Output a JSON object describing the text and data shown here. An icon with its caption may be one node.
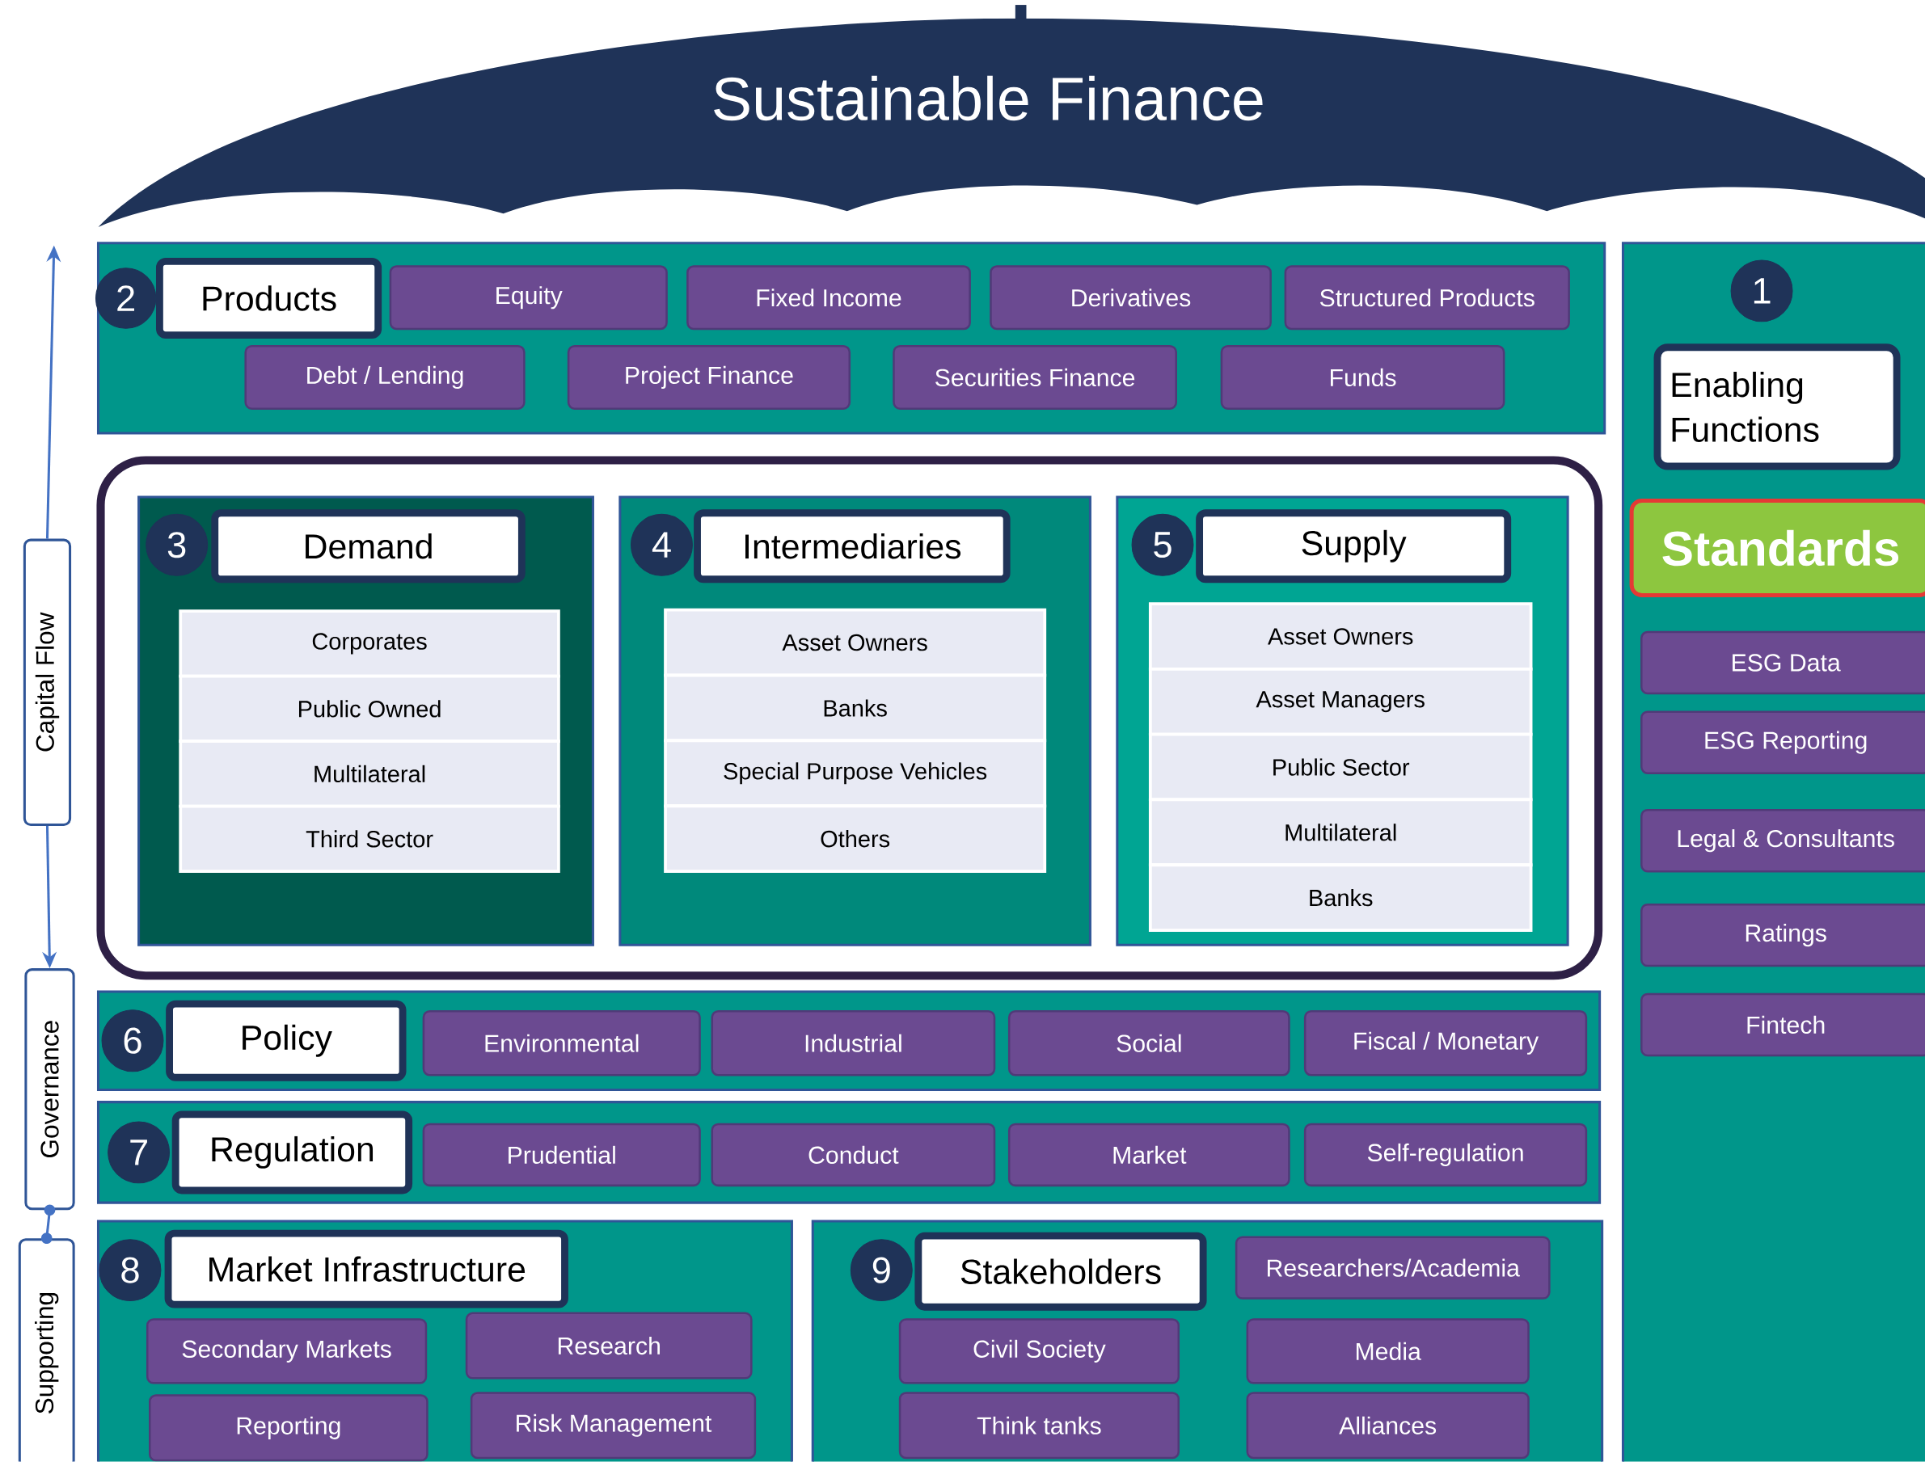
{
  "diagram": {
    "nodes": [
      {
        "text": [
          "Sustainable Finance"
        ]
      },
      {
        "text": [],
        "shape": "box"
      },
      {
        "text": [
          "2"
        ],
        "in": 1
      },
      {
        "text": [
          "Products"
        ],
        "in": 1
      },
      {
        "text": [
          "Equity"
        ],
        "in": 1
      },
      {
        "text": [
          "Fixed Income"
        ],
        "in": 1
      },
      {
        "text": [
          "Derivatives"
        ],
        "in": 1
      },
      {
        "text": [
          "Structured Products"
        ],
        "in": 1
      },
      {
        "text": [
          "Debt / Lending"
        ],
        "in": 1
      },
      {
        "text": [
          "Project Finance"
        ],
        "in": 1
      },
      {
        "text": [
          "Securities Finance"
        ],
        "in": 1
      },
      {
        "text": [
          "Funds"
        ],
        "in": 1
      },
      {
        "text": [],
        "shape": "box"
      },
      {
        "text": [
          "1"
        ],
        "in": 12
      },
      {
        "text": [
          "Enabling Functions"
        ],
        "in": 12
      },
      {
        "text": [
          "Standards"
        ],
        "in": 12
      },
      {
        "text": [
          "ESG Data"
        ],
        "in": 12
      },
      {
        "text": [
          "ESG Reporting"
        ],
        "in": 12
      },
      {
        "text": [
          "Legal & Consultants"
        ],
        "in": 12
      },
      {
        "text": [
          "Ratings"
        ],
        "in": 12
      },
      {
        "text": [
          "Fintech"
        ],
        "in": 12
      },
      {
        "text": [],
        "shape": "box"
      },
      {
        "text": [],
        "shape": "box",
        "in": 21
      },
      {
        "text": [
          "3"
        ],
        "in": 22
      },
      {
        "text": [
          "Demand"
        ],
        "in": 22
      },
      {
        "text": [
          "Corporates"
        ],
        "in": 22
      },
      {
        "text": [
          "Public Owned"
        ],
        "in": 22
      },
      {
        "text": [
          "Multilateral"
        ],
        "in": 22
      },
      {
        "text": [
          "Third Sector"
        ],
        "in": 22
      },
      {
        "text": [],
        "shape": "box",
        "in": 21
      },
      {
        "text": [
          "4"
        ],
        "in": 29
      },
      {
        "text": [
          "Intermediaries"
        ],
        "in": 29
      },
      {
        "text": [
          "Asset Owners"
        ],
        "in": 29
      },
      {
        "text": [
          "Banks"
        ],
        "in": 29
      },
      {
        "text": [
          "Special Purpose Vehicles"
        ],
        "in": 29
      },
      {
        "text": [
          "Others"
        ],
        "in": 29
      },
      {
        "text": [],
        "shape": "box",
        "in": 21
      },
      {
        "text": [
          "5"
        ],
        "in": 36
      },
      {
        "text": [
          "Supply"
        ],
        "in": 36
      },
      {
        "text": [
          "Asset Owners"
        ],
        "in": 36
      },
      {
        "text": [
          "Asset Managers"
        ],
        "in": 36
      },
      {
        "text": [
          "Public Sector"
        ],
        "in": 36
      },
      {
        "text": [
          "Multilateral"
        ],
        "in": 36
      },
      {
        "text": [
          "Banks"
        ],
        "in": 36
      },
      {
        "text": [],
        "shape": "box"
      },
      {
        "text": [
          "6"
        ],
        "in": 44
      },
      {
        "text": [
          "Policy"
        ],
        "in": 44
      },
      {
        "text": [
          "Environmental"
        ],
        "in": 44
      },
      {
        "text": [
          "Industrial"
        ],
        "in": 44
      },
      {
        "text": [
          "Social"
        ],
        "in": 44
      },
      {
        "text": [
          "Fiscal / Monetary"
        ],
        "in": 44
      },
      {
        "text": [],
        "shape": "box"
      },
      {
        "text": [
          "7"
        ],
        "in": 51
      },
      {
        "text": [
          "Regulation"
        ],
        "in": 51
      },
      {
        "text": [
          "Prudential"
        ],
        "in": 51
      },
      {
        "text": [
          "Conduct"
        ],
        "in": 51
      },
      {
        "text": [
          "Market"
        ],
        "in": 51
      },
      {
        "text": [
          "Self-regulation"
        ],
        "in": 51
      },
      {
        "text": [],
        "shape": "box"
      },
      {
        "text": [
          "8"
        ],
        "in": 58
      },
      {
        "text": [
          "Market Infrastructure"
        ],
        "in": 58
      },
      {
        "text": [
          "Secondary Markets"
        ],
        "in": 58
      },
      {
        "text": [
          "Research"
        ],
        "in": 58
      },
      {
        "text": [
          "Reporting"
        ],
        "in": 58
      },
      {
        "text": [
          "Risk Management"
        ],
        "in": 58
      },
      {
        "text": [],
        "shape": "box"
      },
      {
        "text": [
          "9"
        ],
        "in": 65
      },
      {
        "text": [
          "Stakeholders"
        ],
        "in": 65
      },
      {
        "text": [
          "Researchers/Academia"
        ],
        "in": 65
      },
      {
        "text": [
          "Civil Society"
        ],
        "in": 65
      },
      {
        "text": [
          "Media"
        ],
        "in": 65
      },
      {
        "text": [
          "Think tanks"
        ],
        "in": 65
      },
      {
        "text": [
          "Alliances"
        ],
        "in": 65
      },
      {
        "text": [
          "Capital Flow"
        ]
      },
      {
        "text": [
          "Governance"
        ]
      },
      {
        "text": [
          "Supporting"
        ]
      }
    ],
    "edges": [
      {
        "from": 73,
        "to": null,
        "arrow": "to"
      },
      {
        "from": 73,
        "to": 74,
        "arrow": "to"
      },
      {
        "from": 74,
        "to": 75,
        "arrow": "other"
      }
    ]
  }
}
